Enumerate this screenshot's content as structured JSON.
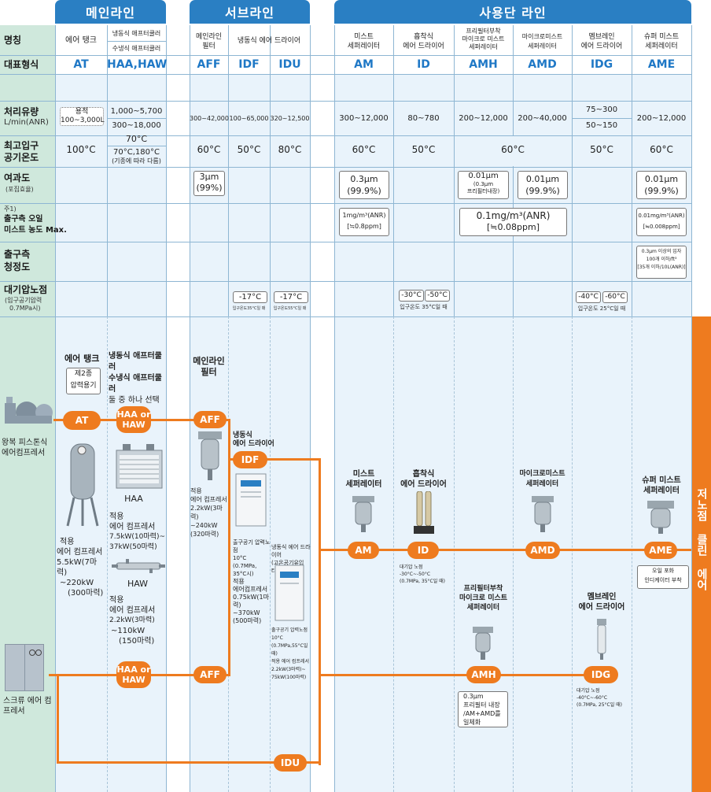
{
  "groups": {
    "main": "메인라인",
    "sub": "서브라인",
    "end": "사용단 라인"
  },
  "row_labels": {
    "name": "명칭",
    "type": "대표형식",
    "flow": "처리유량",
    "flow_unit": "L/min(ANR)",
    "temp1": "최고입구",
    "temp2": "공기온도",
    "filt": "여과도",
    "filt_sub": "(포집효율)",
    "oil_note": "주1)",
    "oil1": "출구측 오일",
    "oil2": "미스트 농도 Max.",
    "clean1": "출구측",
    "clean2": "청정도",
    "dew1": "대기압노점",
    "dew_sub1": "(입구공기압력",
    "dew_sub2": "0.7MPa시)"
  },
  "columns": {
    "at": {
      "name": "에어 탱크",
      "code": "AT",
      "flow": "용적 100~3,000L",
      "temp": "100°C"
    },
    "haa": {
      "name1": "냉동식 애프터쿨러",
      "name2": "수냉식 애프터쿨러",
      "code": "HAA,HAW",
      "flow1": "1,000~5,700",
      "flow2": "300~18,000",
      "temp1": "70°C",
      "temp2": "70°C,180°C",
      "temp_note": "(기종에 따라 다름)"
    },
    "aff": {
      "name1": "메인라인",
      "name2": "필터",
      "code": "AFF",
      "flow": "300~42,000",
      "temp": "60°C",
      "filt1": "3μm",
      "filt2": "(99%)"
    },
    "idf": {
      "name": "냉동식 에어 드라이어",
      "code": "IDF",
      "flow": "100~65,000",
      "temp": "50°C",
      "dew": "-17°C",
      "dew_note": "입구온도35°C일 때"
    },
    "idu": {
      "code": "IDU",
      "flow": "320~12,500",
      "temp": "80°C",
      "dew": "-17°C",
      "dew_note": "입구온도55°C일 때"
    },
    "am": {
      "name1": "미스트",
      "name2": "세퍼레이터",
      "code": "AM",
      "flow": "300~12,000",
      "temp": "60°C",
      "filt1": "0.3μm",
      "filt2": "(99.9%)",
      "oil1": "1mg/m³(ANR)",
      "oil2": "[≒0.8ppm]"
    },
    "id": {
      "name1": "흡착식",
      "name2": "에어 드라이어",
      "code": "ID",
      "flow": "80~780",
      "temp": "50°C",
      "dew1": "-30°C",
      "dew2": "-50°C",
      "dew_note": "입구온도 35°C일 때"
    },
    "amh": {
      "name1": "프리필터부착",
      "name2": "마이크로 미스트",
      "name3": "세퍼레이터",
      "code": "AMH",
      "flow": "200~12,000",
      "filt1": "0.01μm",
      "filt2": "(0.3μm",
      "filt3": "프리필터내장)"
    },
    "amd": {
      "name1": "마이크로미스트",
      "name2": "세퍼레이터",
      "code": "AMD",
      "flow": "200~40,000",
      "filt1": "0.01μm",
      "filt2": "(99.9%)"
    },
    "amh_amd": {
      "temp": "60°C",
      "oil1": "0.1mg/m³(ANR)",
      "oil2": "[≒0.08ppm]"
    },
    "idg": {
      "name1": "멤브레인",
      "name2": "에어 드라이어",
      "code": "IDG",
      "flow1": "75~300",
      "flow2": "50~150",
      "temp": "50°C",
      "dew1": "-40°C",
      "dew2": "-60°C",
      "dew_note": "입구온도 25°C일 때"
    },
    "ame": {
      "name1": "슈퍼 미스트",
      "name2": "세퍼레이터",
      "code": "AME",
      "flow": "200~12,000",
      "temp": "60°C",
      "filt1": "0.01μm",
      "filt2": "(99.9%)",
      "oil1": "0.01mg/m³(ANR)",
      "oil2": "[≒0.008ppm]",
      "clean1": "0.3μm 이상의 입자",
      "clean2": "100개 이하/ft³",
      "clean3": "[35개 이하/10L(ANR)]"
    }
  },
  "diagram": {
    "piston": "왕복 피스톤식 에어컴프레서",
    "screw": "스크류 에어 컴프레서",
    "at_title": "에어 탱크",
    "at_box1": "제2종",
    "at_box2": "압력용기",
    "at_app": [
      "적용",
      "에어 컴프레서",
      "5.5kW(7마력)",
      "~220kW",
      "(300마력)"
    ],
    "haa_title": [
      "냉동식 애프터쿨러",
      "수냉식 애프터쿨러",
      "둘 중 하나 선택"
    ],
    "haa_lbl": "HAA",
    "haa_app": [
      "적용",
      "에어 컴프레서",
      "7.5kW(10마력)~",
      "37kW(50마력)"
    ],
    "haw_lbl": "HAW",
    "haw_app": [
      "적용",
      "에어 컴프레서",
      "2.2kW(3마력)",
      "~110kW",
      "(150마력)"
    ],
    "pill_haa": "HAA or HAW",
    "aff_title": [
      "메인라인",
      "필터"
    ],
    "aff_app": [
      "적용",
      "에어 컴프레서",
      "2.2kW(3마력)",
      "~240kW",
      "(320마력)"
    ],
    "idf_title": [
      "냉동식",
      "에어 드라이어"
    ],
    "idf_app": [
      "출구공기 압력노점",
      "10°C",
      "(0.7MPa, 35°C시)",
      "적용",
      "에어컴프레서",
      "0.75kW(1마력)",
      "~370kW",
      "(500마력)"
    ],
    "idu_title": [
      "냉동식 에어 드라이어",
      "(고온공기유입 타입)"
    ],
    "idu_app": [
      "출구공기 압력노점",
      "10°C",
      "(0.7MPa,55°C일 때)",
      "적용 에어 컴프레서",
      "2.2kW(3마력)~",
      "75kW(100마력)"
    ],
    "am_title": [
      "미스트",
      "세퍼레이터"
    ],
    "id_title": [
      "흡착식",
      "에어 드라이어"
    ],
    "id_note": [
      "대기압 노점",
      "-30°C~-50°C",
      "(0.7MPa, 35°C일 때)"
    ],
    "amh_title": [
      "프리필터부착",
      "마이크로 미스트",
      "세퍼레이터"
    ],
    "amh_note": [
      "0.3μm",
      "프리필터 내장",
      "/AM+AMD를",
      "일체화"
    ],
    "amd_title": [
      "마이크로미스트",
      "세퍼레이터"
    ],
    "idg_title": [
      "멤브레인",
      "에어 드라이어"
    ],
    "idg_note": [
      "대기압 노점",
      "-40°C~-60°C",
      "(0.7MPa, 25°C일 때)"
    ],
    "ame_title": [
      "슈퍼 미스트",
      "세퍼레이터"
    ],
    "ame_note": [
      "오일 포화",
      "인디케이터 부착"
    ],
    "side_band": "저노점 클린 에어"
  },
  "colors": {
    "accent": "#ee7b1f",
    "blue": "#2a7fc3",
    "code": "#1f78c6",
    "pale": "#e9f3fb",
    "green": "#cfe8dc"
  }
}
